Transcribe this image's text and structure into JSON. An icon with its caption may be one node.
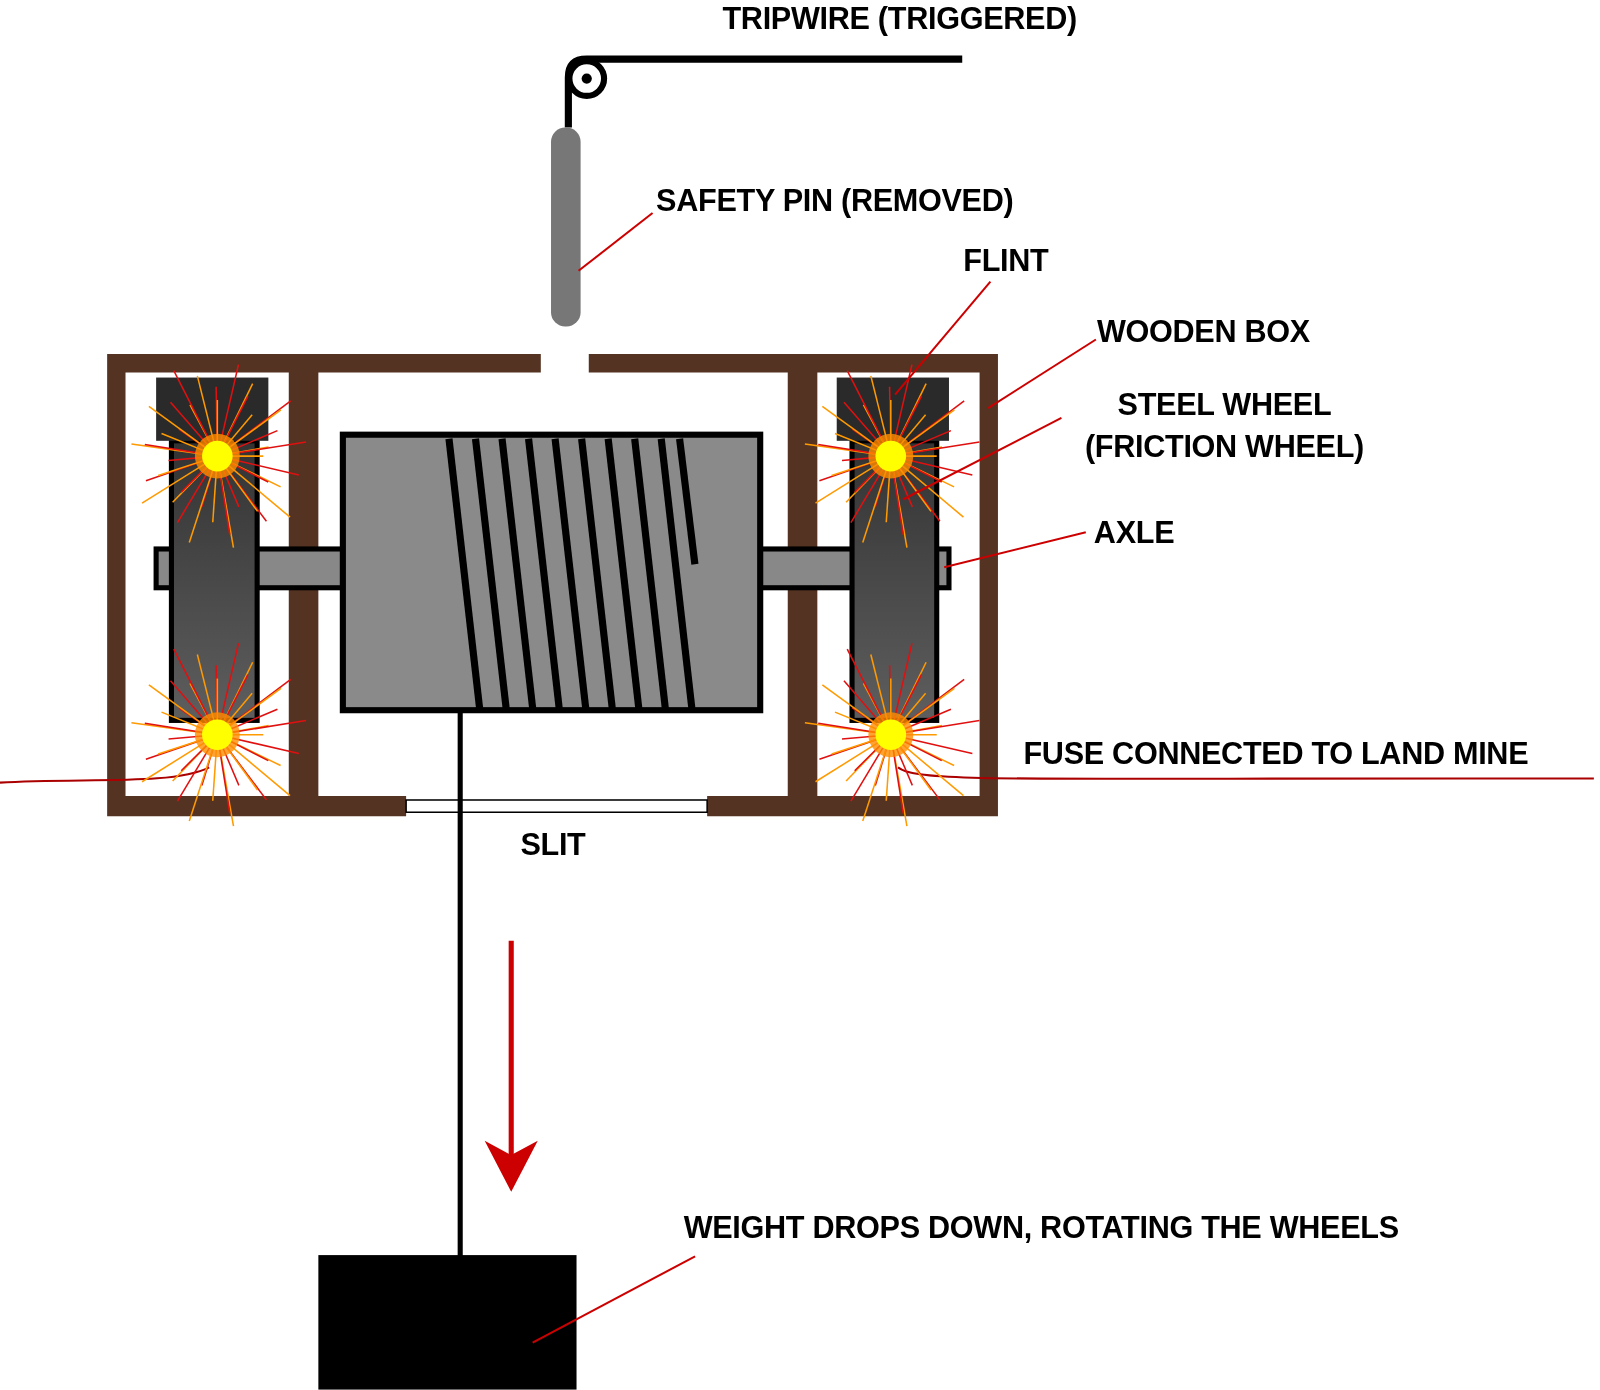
{
  "diagram": {
    "nodes": [
      {
        "text": [
          "SAFETY PIN (REMOVED)"
        ]
      },
      {
        "text": [],
        "shape": "bar"
      },
      {
        "text": [
          "FLINT"
        ]
      },
      {
        "text": [],
        "shape": "box",
        "in": 5
      },
      {
        "text": [
          "WOODEN BOX"
        ]
      },
      {
        "text": [],
        "shape": "box"
      },
      {
        "text": [
          "STEEL WHEEL (FRICTION WHEEL)"
        ]
      },
      {
        "text": [],
        "shape": "box",
        "in": 5
      },
      {
        "text": [
          "AXLE"
        ]
      },
      {
        "text": [],
        "shape": "bar",
        "in": 5
      },
      {
        "text": [
          "WEIGHT DROPS DOWN, ROTATING THE WHEELS"
        ]
      },
      {
        "text": [],
        "shape": "box"
      },
      {
        "text": [],
        "shape": "box",
        "in": 5
      },
      {
        "text": [],
        "shape": "box",
        "in": 5
      }
    ],
    "edges": [
      {
        "from": 0,
        "to": 1,
        "arrow": "none"
      },
      {
        "from": 2,
        "to": 3,
        "arrow": "none"
      },
      {
        "from": 4,
        "to": 5,
        "arrow": "none"
      },
      {
        "from": 6,
        "to": 7,
        "arrow": "none"
      },
      {
        "from": 8,
        "to": 9,
        "arrow": "none"
      },
      {
        "from": 10,
        "to": 11,
        "arrow": "none"
      }
    ],
    "labels": [
      "TRIPWIRE (TRIGGERED)",
      "FUSE CONNECTED TO LAND MINE",
      "SLIT"
    ]
  }
}
